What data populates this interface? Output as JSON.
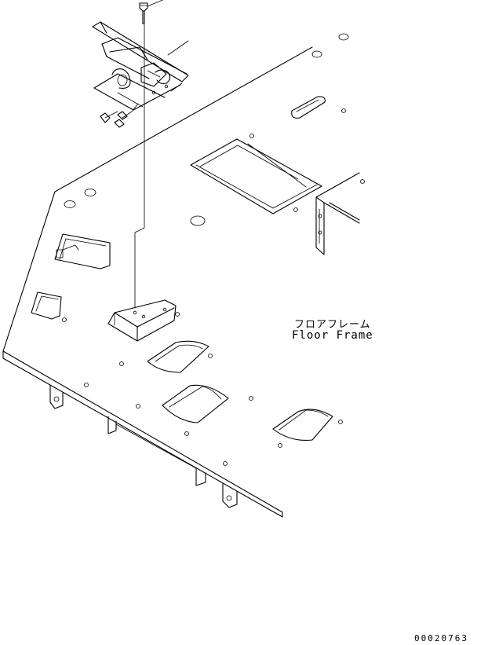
{
  "labels": {
    "part_name_jp": "フロアフレーム",
    "part_name_en": "Floor Frame"
  },
  "drawing_number": "00020763",
  "colors": {
    "line": "#000000",
    "background": "#ffffff"
  }
}
